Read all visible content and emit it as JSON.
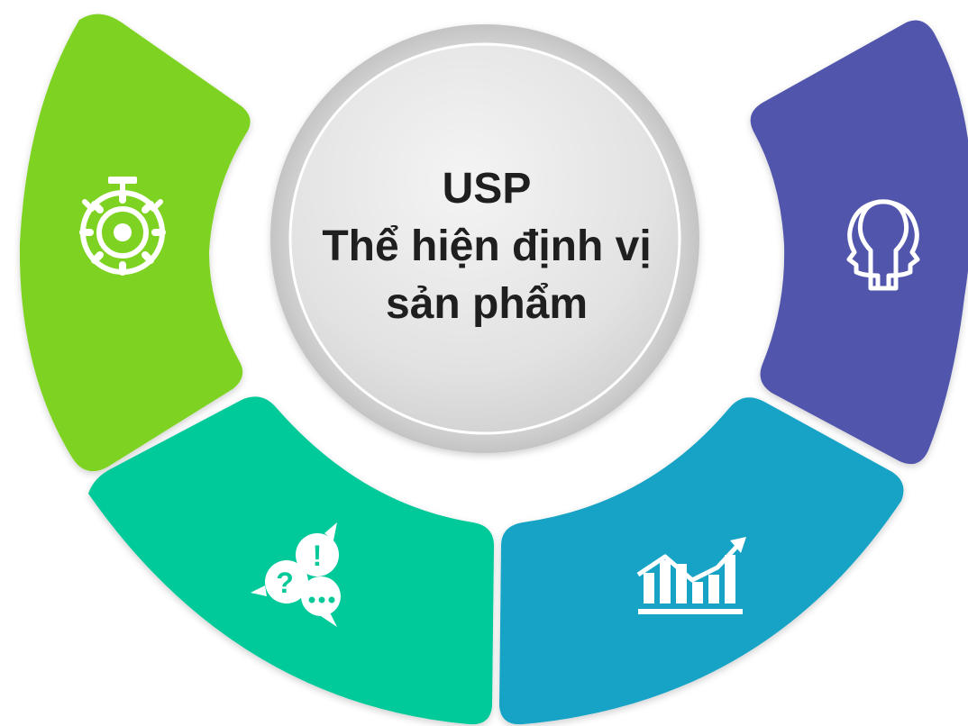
{
  "center": {
    "line1": "USP",
    "line2": "Thể hiện định vị",
    "line3": "sản phẩm"
  },
  "segments": [
    {
      "id": "left-upper",
      "color": "#7ED321",
      "icon": "stopwatch-gear-icon"
    },
    {
      "id": "left-lower",
      "color": "#06C99A",
      "icon": "speech-bubbles-icon"
    },
    {
      "id": "right-lower",
      "color": "#16A3C6",
      "icon": "growth-chart-icon"
    },
    {
      "id": "right-upper",
      "color": "#5156AC",
      "icon": "two-heads-icon"
    }
  ]
}
